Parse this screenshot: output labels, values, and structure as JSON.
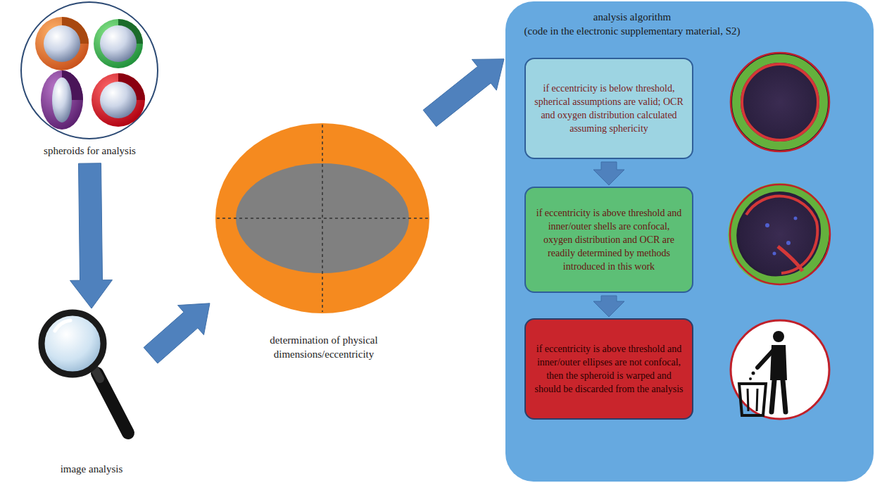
{
  "diagram": {
    "nodes": [
      {
        "text": [
          "spheroids for analysis"
        ]
      },
      {
        "text": [
          "image analysis"
        ]
      },
      {
        "text": [
          "determination of physical dimensions/eccentricity"
        ]
      },
      {
        "text": [
          "analysis algorithm",
          "(code in the electronic supplementary material, S2)"
        ]
      },
      {
        "text": [
          "if eccentricity is below threshold, spherical assumptions are valid; OCR and oxygen distribution calculated assuming sphericity"
        ],
        "in": 3
      },
      {
        "text": [
          "if eccentricity is above threshold and inner/outer shells are confocal, oxygen distribution and OCR are readily determined by methods introduced in this work"
        ],
        "in": 3
      },
      {
        "text": [
          "if eccentricity is above threshold and inner/outer ellipses are not confocal, then the spheroid is warped and should be discarded from the analysis"
        ],
        "in": 3
      }
    ],
    "edges": [
      {
        "from": 0,
        "to": 1,
        "arrow": "to"
      },
      {
        "from": 1,
        "to": 2,
        "arrow": "to"
      },
      {
        "from": 2,
        "to": 3,
        "arrow": "to"
      },
      {
        "from": 4,
        "to": 5,
        "arrow": "to"
      },
      {
        "from": 5,
        "to": 6,
        "arrow": "to"
      }
    ]
  }
}
